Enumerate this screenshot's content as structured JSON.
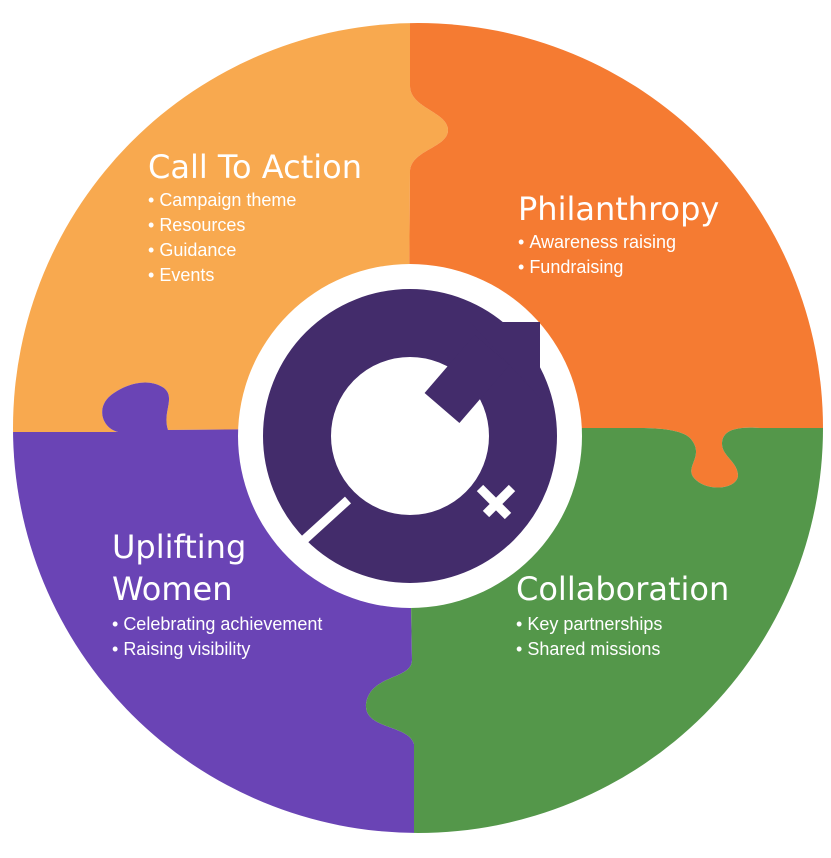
{
  "segments": [
    {
      "id": "call-to-action",
      "title": "Call To Action",
      "items": [
        "Campaign theme",
        "Resources",
        "Guidance",
        "Events"
      ],
      "color": "#f8a94f"
    },
    {
      "id": "philanthropy",
      "title": "Philanthropy",
      "items": [
        "Awareness raising",
        "Fundraising"
      ],
      "color": "#f57b32"
    },
    {
      "id": "uplifting-women",
      "title_lines": [
        "Uplifting",
        "Women"
      ],
      "items": [
        "Celebrating achievement",
        "Raising visibility"
      ],
      "color": "#6a44b5"
    },
    {
      "id": "collaboration",
      "title": "Collaboration",
      "items": [
        "Key partnerships",
        "Shared missions"
      ],
      "color": "#54974a"
    }
  ],
  "center_logo": {
    "icon": "female-symbol-with-arrow-icon",
    "color": "#432c6b"
  }
}
